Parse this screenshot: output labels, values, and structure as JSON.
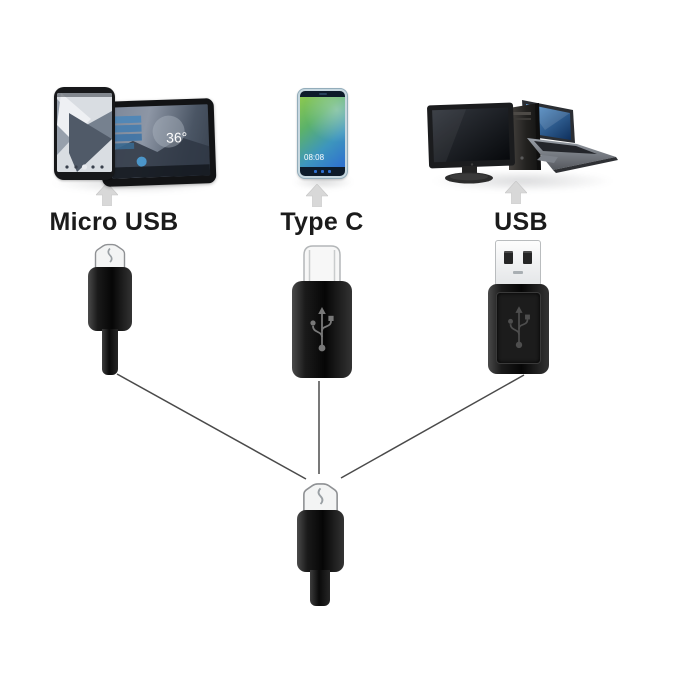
{
  "image": {
    "kind": "product-diagram",
    "background": "#ffffff",
    "subject": "3-in-1 OTG adapter cable: one micro-USB cable that connects to Micro USB, Type C and USB-A devices"
  },
  "labels": {
    "micro_usb": "Micro USB",
    "type_c": "Type C",
    "usb": "USB"
  },
  "device_screens": {
    "tablet_temperature": "36°",
    "phone_time": "08:08"
  },
  "columns": [
    {
      "id": "micro-usb",
      "label": "Micro USB",
      "devices": [
        "android-smartphone",
        "android-tablet"
      ],
      "connector": "micro-usb-plug-on-cable"
    },
    {
      "id": "type-c",
      "label": "Type C",
      "devices": [
        "huawei-smartphone"
      ],
      "connector": "type-c-adapter"
    },
    {
      "id": "usb",
      "label": "USB",
      "devices": [
        "desktop-monitor",
        "pc-tower",
        "laptop"
      ],
      "connector": "usb-a-adapter"
    }
  ],
  "icons": {
    "up-arrow-icon": "▲",
    "usb-trident-icon": "ψ"
  },
  "colors": {
    "label_text": "#1b1b1b",
    "connector_black": "#101010",
    "metal_silver": "#eceeef",
    "cable_line": "#4a4a4a",
    "arrow_gray": "#d8d8d8",
    "wallpaper_green": "#8cc94f",
    "wallpaper_blue": "#2e6fd0",
    "laptop_screen_blue": "#3d7fc4"
  }
}
